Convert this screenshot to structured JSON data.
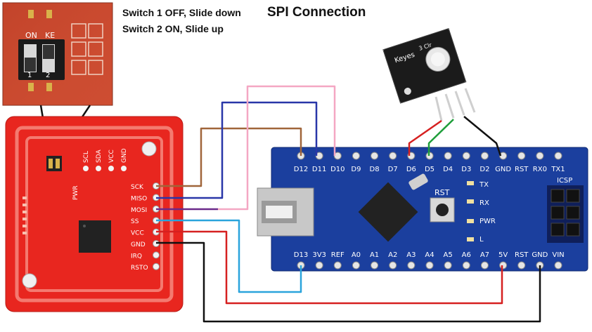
{
  "title": "SPI Connection",
  "notes": {
    "switch1": "Switch 1 OFF, Slide down",
    "switch2": "Switch 2 ON, Slide up"
  },
  "dip_switch": {
    "on_label": "ON",
    "ke_label": "KE",
    "pos1": "1",
    "pos2": "2"
  },
  "pn532": {
    "top_pins": [
      "SCL",
      "SDA",
      "VCC",
      "GND"
    ],
    "side_pins": [
      "SCK",
      "MISO",
      "MOSI",
      "SS",
      "VCC",
      "GND",
      "IRQ",
      "RSTO"
    ],
    "pwr_label": "PWR"
  },
  "nano": {
    "top_pins": [
      "D12",
      "D11",
      "D10",
      "D9",
      "D8",
      "D7",
      "D6",
      "D5",
      "D4",
      "D3",
      "D2",
      "GND",
      "RST",
      "RX0",
      "TX1"
    ],
    "bottom_pins": [
      "D13",
      "3V3",
      "REF",
      "A0",
      "A1",
      "A2",
      "A3",
      "A4",
      "A5",
      "A6",
      "A7",
      "5V",
      "RST",
      "GND",
      "VIN"
    ],
    "led_labels": [
      "TX",
      "RX",
      "PWR",
      "L"
    ],
    "rst_label": "RST",
    "icsp_label": "ICSP"
  },
  "led_module": {
    "brand": "Keyes",
    "model": "3 Clr"
  },
  "colors": {
    "pn532_board": "#e8261f",
    "nano_board": "#1b3f9e",
    "wire_brown": "#a0653a",
    "wire_blue": "#2936a8",
    "wire_pink": "#f4a7c3",
    "wire_light_blue": "#2aa4dc",
    "wire_purple": "#6b2a8a",
    "wire_red": "#d62020",
    "wire_black": "#111111",
    "wire_green": "#1e9e3a"
  }
}
